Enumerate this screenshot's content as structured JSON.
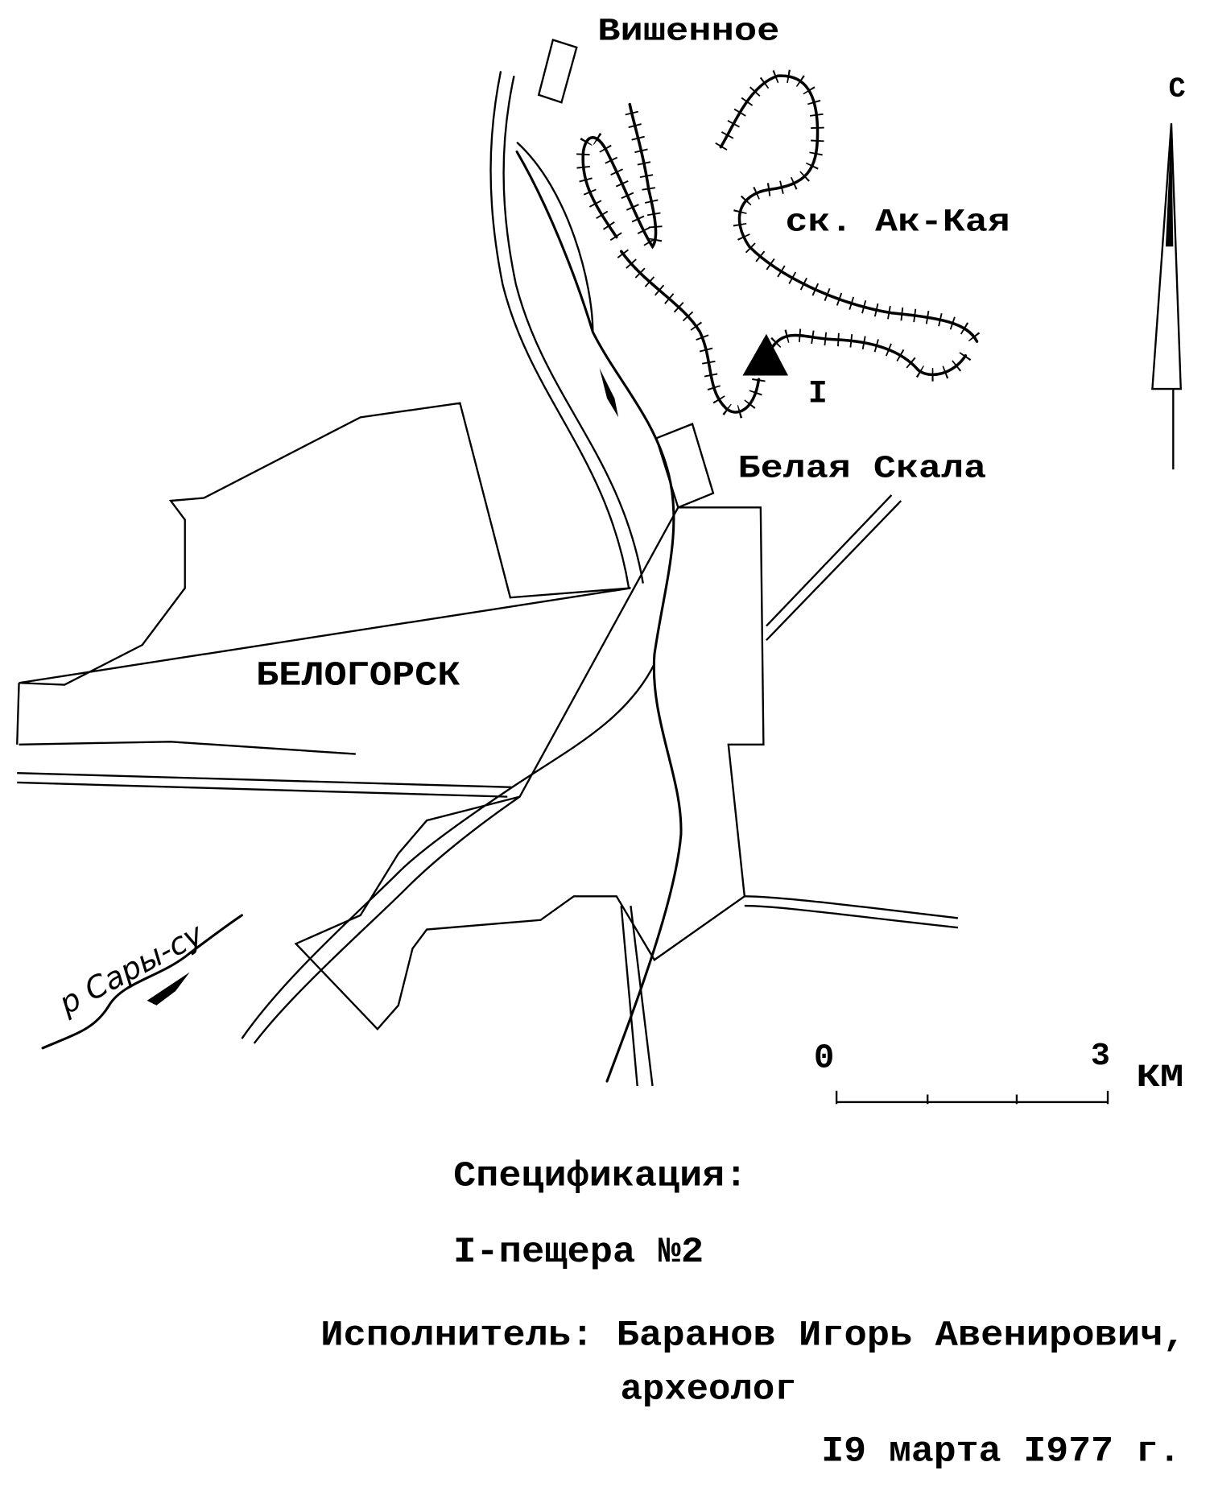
{
  "map": {
    "places": {
      "vishennoe": "Вишенное",
      "ak_kaya": "ск. Ак-Кая",
      "belaya_skala": "Белая Скала",
      "belogorsk": "БЕЛОГОРСК",
      "river": "р Сары-су"
    },
    "site_marker": "I",
    "north_label": "С",
    "scale": {
      "start": "0",
      "end": "3",
      "unit": "КМ"
    }
  },
  "legend": {
    "title": "Спецификация:",
    "item": "I-пещера №2",
    "author": "Исполнитель: Баранов Игорь Авенирович,",
    "role": "археолог",
    "date": "I9 марта I977 г."
  }
}
